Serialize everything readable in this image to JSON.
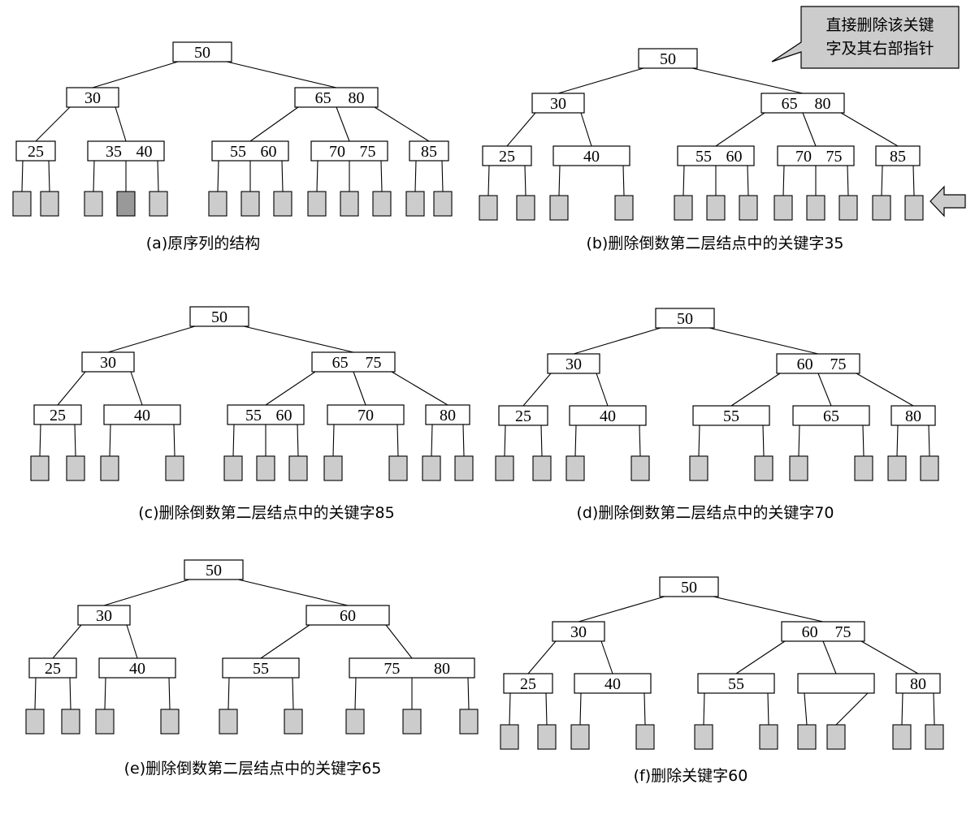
{
  "colors": {
    "leaf_fill": "#cccccc",
    "leaf_highlight_fill": "#999999",
    "callout_fill": "#cccccc",
    "arrow_fill": "#cccccc"
  },
  "callout": {
    "line1": "直接删除该关键",
    "line2": "字及其右部指针"
  },
  "panels": [
    {
      "id": "a",
      "caption": "(a)原序列的结构",
      "root": "50",
      "level1": [
        {
          "keys": [
            "30"
          ]
        },
        {
          "keys": [
            "65",
            "80"
          ]
        }
      ],
      "level2": [
        {
          "keys": [
            "25"
          ],
          "leaves": 2
        },
        {
          "keys": [
            "35",
            "40"
          ],
          "leaves": 3,
          "highlight_leaf": 1
        },
        {
          "keys": [
            "55",
            "60"
          ],
          "leaves": 3
        },
        {
          "keys": [
            "70",
            "75"
          ],
          "leaves": 3
        },
        {
          "keys": [
            "85"
          ],
          "leaves": 2
        }
      ]
    },
    {
      "id": "b",
      "caption": "(b)删除倒数第二层结点中的关键字35",
      "root": "50",
      "level1": [
        {
          "keys": [
            "30"
          ]
        },
        {
          "keys": [
            "65",
            "80"
          ]
        }
      ],
      "level2": [
        {
          "keys": [
            "25"
          ],
          "leaves": 2
        },
        {
          "keys": [
            "40"
          ],
          "leaves": 2
        },
        {
          "keys": [
            "55",
            "60"
          ],
          "leaves": 3
        },
        {
          "keys": [
            "70",
            "75"
          ],
          "leaves": 3
        },
        {
          "keys": [
            "85"
          ],
          "leaves": 2
        }
      ]
    },
    {
      "id": "c",
      "caption": "(c)删除倒数第二层结点中的关键字85",
      "root": "50",
      "level1": [
        {
          "keys": [
            "30"
          ]
        },
        {
          "keys": [
            "65",
            "75"
          ]
        }
      ],
      "level2": [
        {
          "keys": [
            "25"
          ],
          "leaves": 2
        },
        {
          "keys": [
            "40"
          ],
          "leaves": 2
        },
        {
          "keys": [
            "55",
            "60"
          ],
          "leaves": 3
        },
        {
          "keys": [
            "70"
          ],
          "leaves": 2
        },
        {
          "keys": [
            "80"
          ],
          "leaves": 2
        }
      ]
    },
    {
      "id": "d",
      "caption": "(d)删除倒数第二层结点中的关键字70",
      "root": "50",
      "level1": [
        {
          "keys": [
            "30"
          ]
        },
        {
          "keys": [
            "60",
            "75"
          ]
        }
      ],
      "level2": [
        {
          "keys": [
            "25"
          ],
          "leaves": 2
        },
        {
          "keys": [
            "40"
          ],
          "leaves": 2
        },
        {
          "keys": [
            "55"
          ],
          "leaves": 2
        },
        {
          "keys": [
            "65"
          ],
          "leaves": 2
        },
        {
          "keys": [
            "80"
          ],
          "leaves": 2
        }
      ]
    },
    {
      "id": "e",
      "caption": "(e)删除倒数第二层结点中的关键字65",
      "root": "50",
      "level1": [
        {
          "keys": [
            "30"
          ]
        },
        {
          "keys": [
            "60"
          ]
        }
      ],
      "level2": [
        {
          "keys": [
            "25"
          ],
          "leaves": 2
        },
        {
          "keys": [
            "40"
          ],
          "leaves": 2
        },
        {
          "keys": [
            "55"
          ],
          "leaves": 2
        },
        {
          "keys": [
            "75",
            "80"
          ],
          "leaves": 3
        }
      ]
    },
    {
      "id": "f",
      "caption": "(f)删除关键字60",
      "root": "50",
      "level1": [
        {
          "keys": [
            "30"
          ]
        },
        {
          "keys": [
            "60",
            "75"
          ]
        }
      ],
      "level2": [
        {
          "keys": [
            "25"
          ],
          "leaves": 2
        },
        {
          "keys": [
            "40"
          ],
          "leaves": 2
        },
        {
          "keys": [
            "55"
          ],
          "leaves": 2
        },
        {
          "keys": [],
          "leaves": 2
        },
        {
          "keys": [
            "80"
          ],
          "leaves": 2
        }
      ]
    }
  ]
}
